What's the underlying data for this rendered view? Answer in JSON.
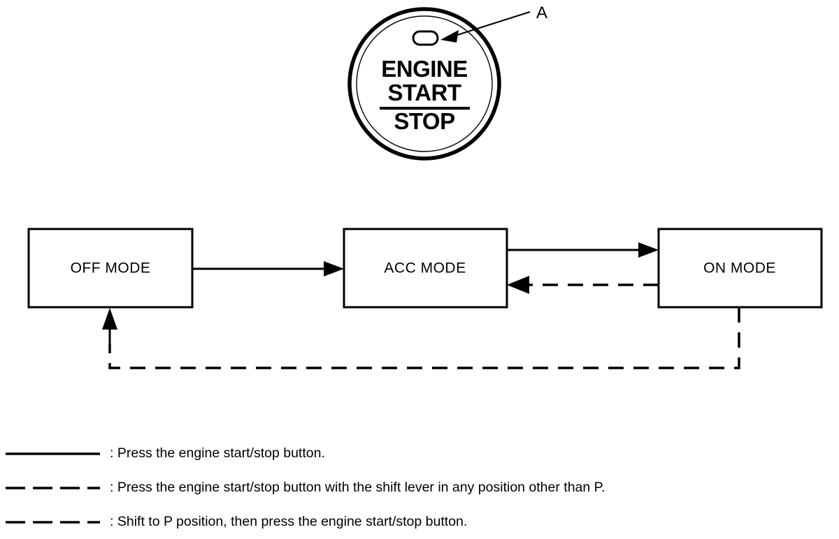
{
  "diagram": {
    "title_absent": true,
    "button": {
      "name": "engine-start-stop-button",
      "line1": "ENGINE",
      "line2": "START",
      "line3": "STOP",
      "indicator_name": "led-indicator",
      "callout_label": "A"
    },
    "modes": [
      {
        "id": "off",
        "label": "OFF MODE"
      },
      {
        "id": "acc",
        "label": "ACC MODE"
      },
      {
        "id": "on",
        "label": "ON MODE"
      }
    ],
    "transitions": [
      {
        "from": "off",
        "to": "acc",
        "style": "solid",
        "legend_ref": 0
      },
      {
        "from": "acc",
        "to": "on",
        "style": "solid",
        "legend_ref": 0
      },
      {
        "from": "on",
        "to": "acc",
        "style": "dashed",
        "legend_ref": 1
      },
      {
        "from": "on",
        "to": "off",
        "style": "dashed",
        "legend_ref": 2
      }
    ]
  },
  "legend": {
    "items": [
      {
        "style": "solid",
        "separator": ":",
        "text": "Press the engine start/stop button."
      },
      {
        "style": "dashed",
        "separator": ":",
        "text": "Press the engine start/stop button with the shift lever in any position other than P."
      },
      {
        "style": "dashed",
        "separator": ":",
        "text": "Shift to P position, then press the engine start/stop button."
      }
    ]
  },
  "colors": {
    "ink": "#000000",
    "paper": "#ffffff"
  }
}
